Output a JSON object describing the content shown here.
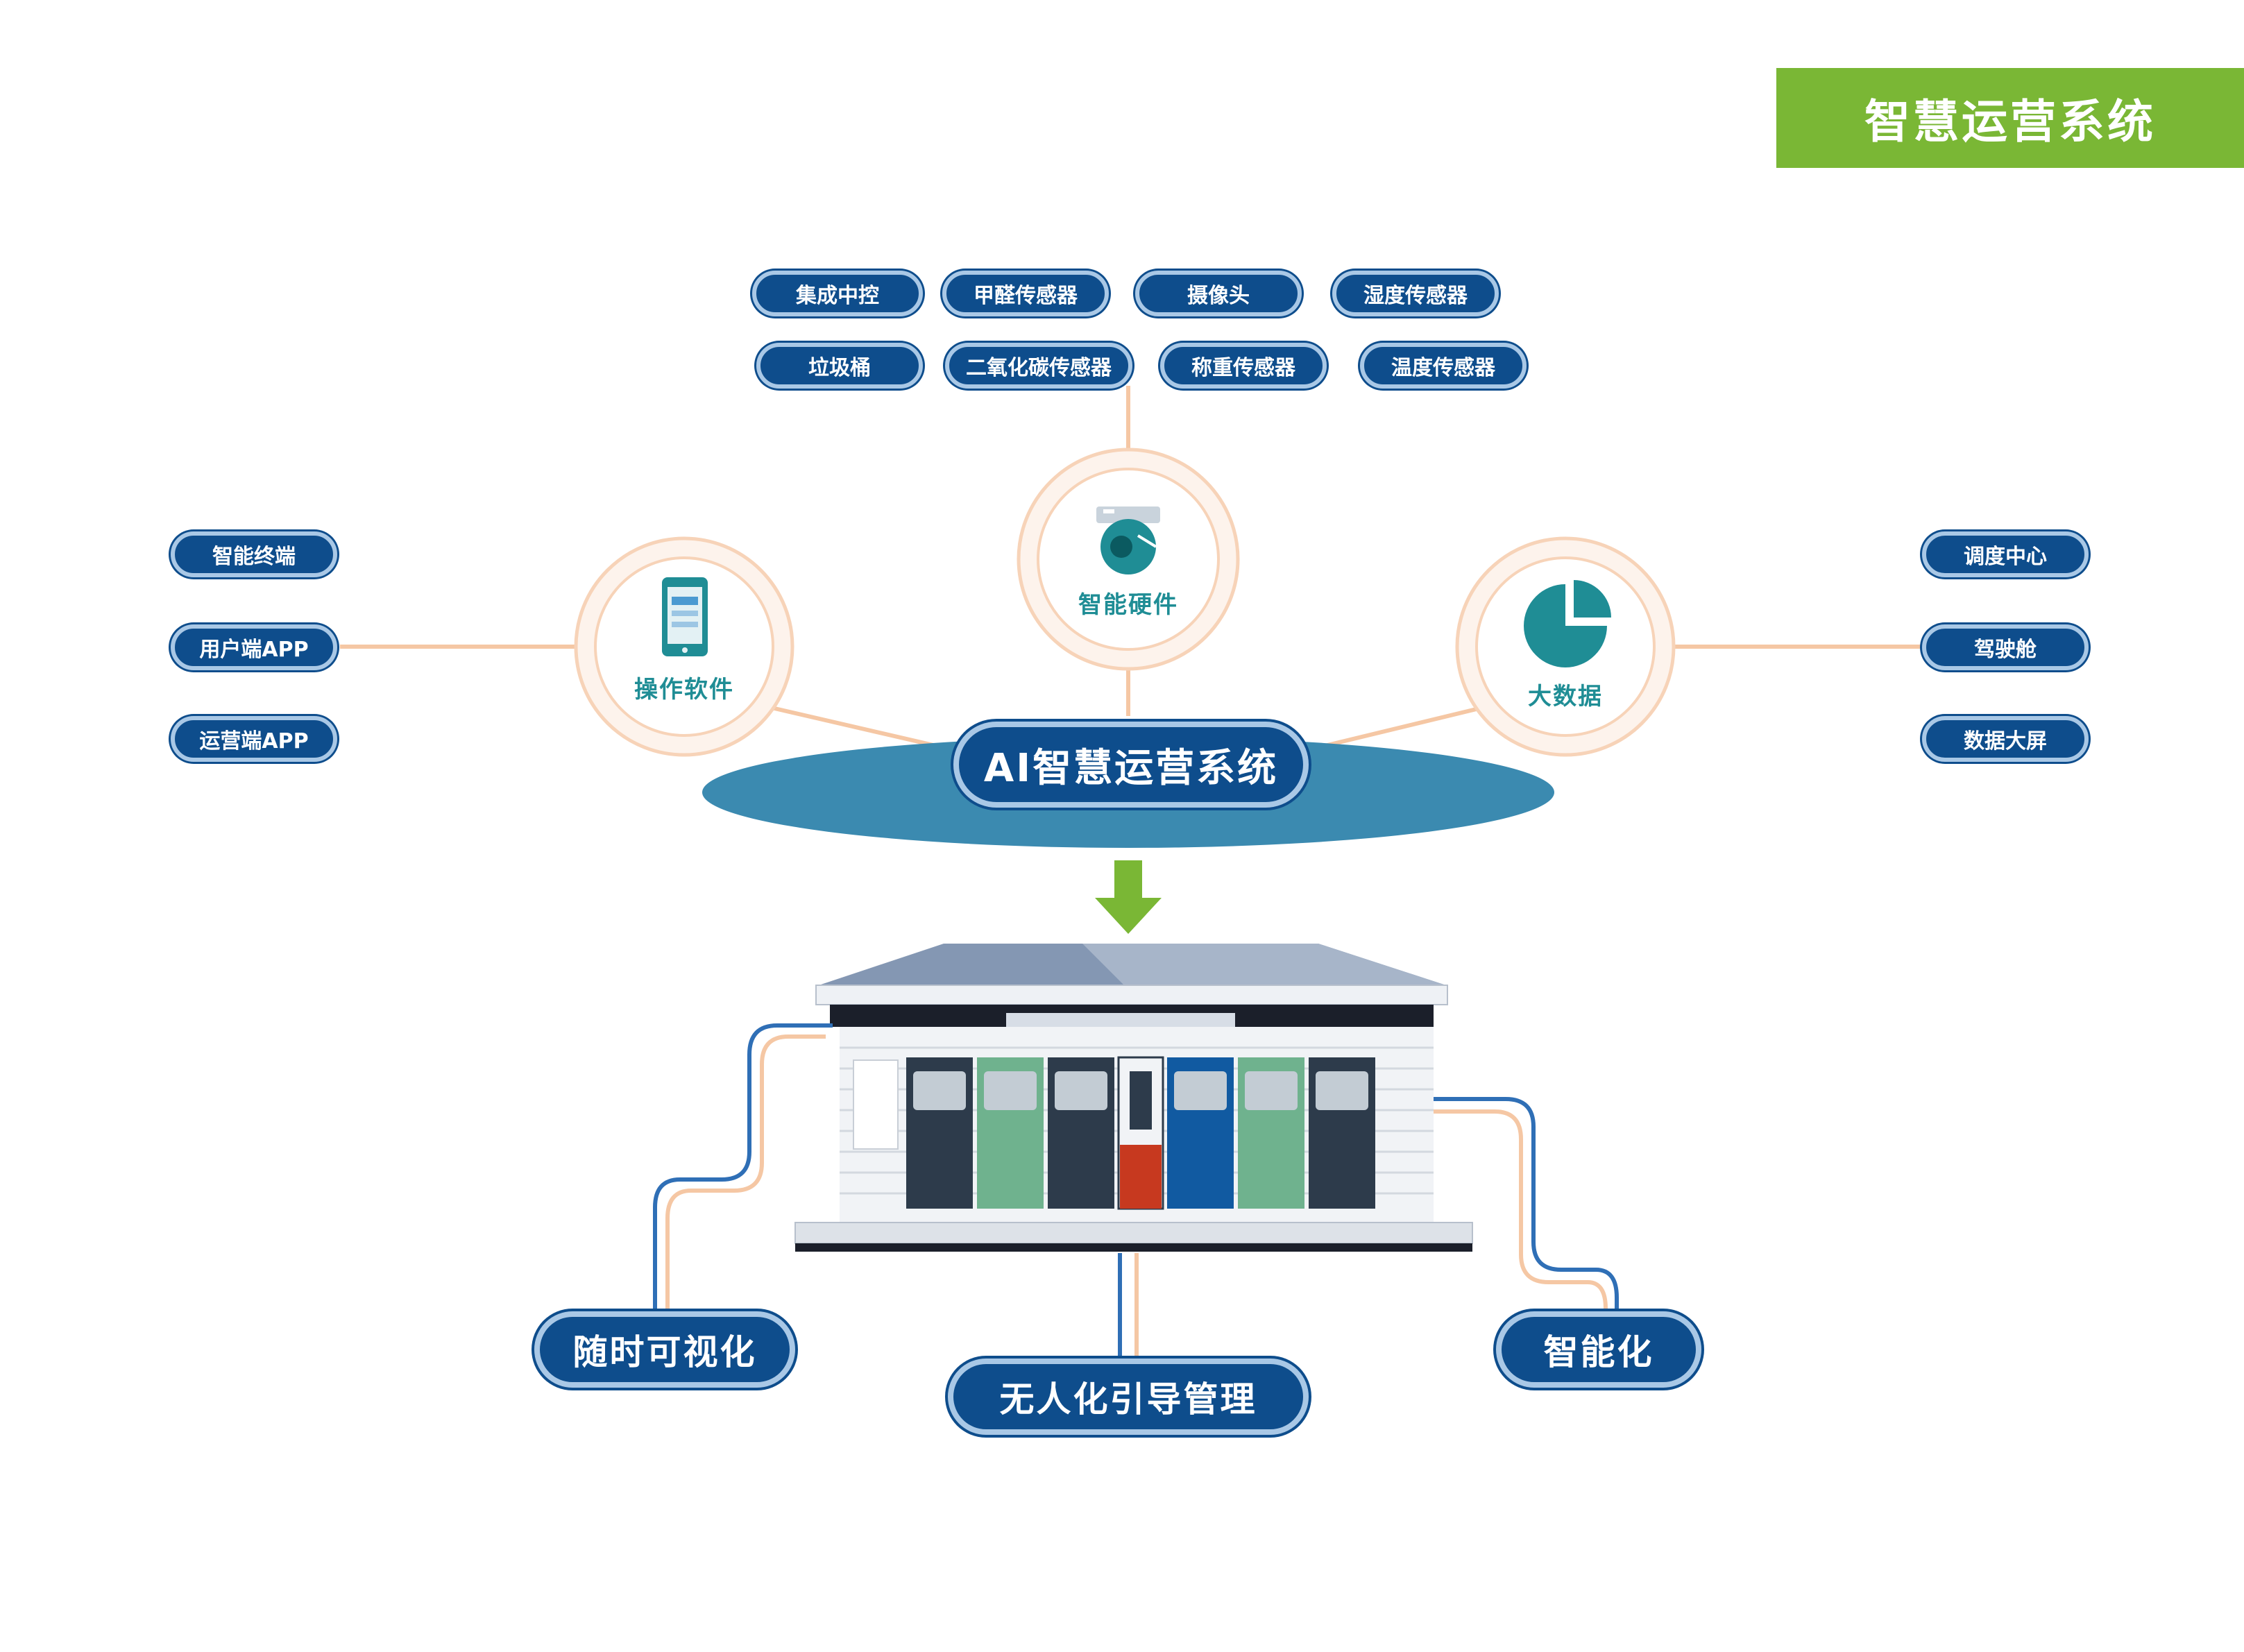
{
  "header": {
    "title": "智慧运营系统"
  },
  "hardware_tags": {
    "row1": [
      "集成中控",
      "甲醛传感器",
      "摄像头",
      "湿度传感器"
    ],
    "row2": [
      "垃圾桶",
      "二氧化碳传感器",
      "称重传感器",
      "温度传感器"
    ]
  },
  "left_tags": [
    "智能终端",
    "用户端APP",
    "运营端APP"
  ],
  "right_tags": [
    "调度中心",
    "驾驶舱",
    "数据大屏"
  ],
  "nodes": {
    "software": "操作软件",
    "hardware": "智能硬件",
    "bigdata": "大数据"
  },
  "core": {
    "label": "AI智慧运营系统"
  },
  "bottom": {
    "left": "随时可视化",
    "center": "无人化引导管理",
    "right": "智能化"
  },
  "colors": {
    "navy": "#0e4d8c",
    "teal": "#1f8d95",
    "green": "#7ab735",
    "peach": "#f7c9a8",
    "platform": "#3b8ab0"
  }
}
